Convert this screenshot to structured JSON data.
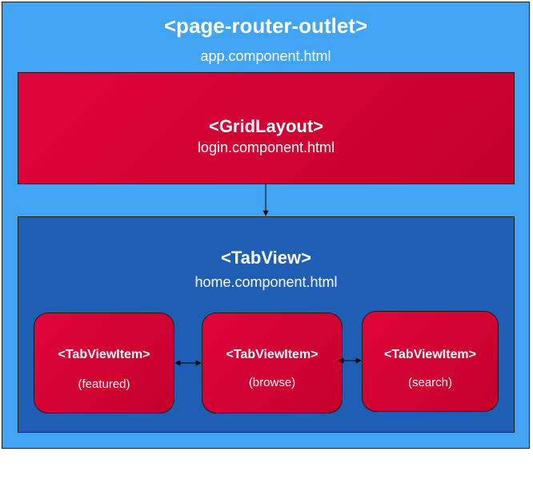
{
  "colors": {
    "outer_fill": "#42a4f4",
    "login_fill": "#d4002d",
    "home_fill": "#1e5fb5",
    "item_fill": "#d4002d"
  },
  "outer": {
    "tag": "<page-router-outlet>",
    "file": "app.component.html"
  },
  "login": {
    "tag": "<GridLayout>",
    "file": "login.component.html"
  },
  "home": {
    "tag": "<TabView>",
    "file": "home.component.html"
  },
  "tab_items": [
    {
      "tag": "<TabViewItem>",
      "label": "(featured)"
    },
    {
      "tag": "<TabViewItem>",
      "label": "(browse)"
    },
    {
      "tag": "<TabViewItem>",
      "label": "(search)"
    }
  ]
}
